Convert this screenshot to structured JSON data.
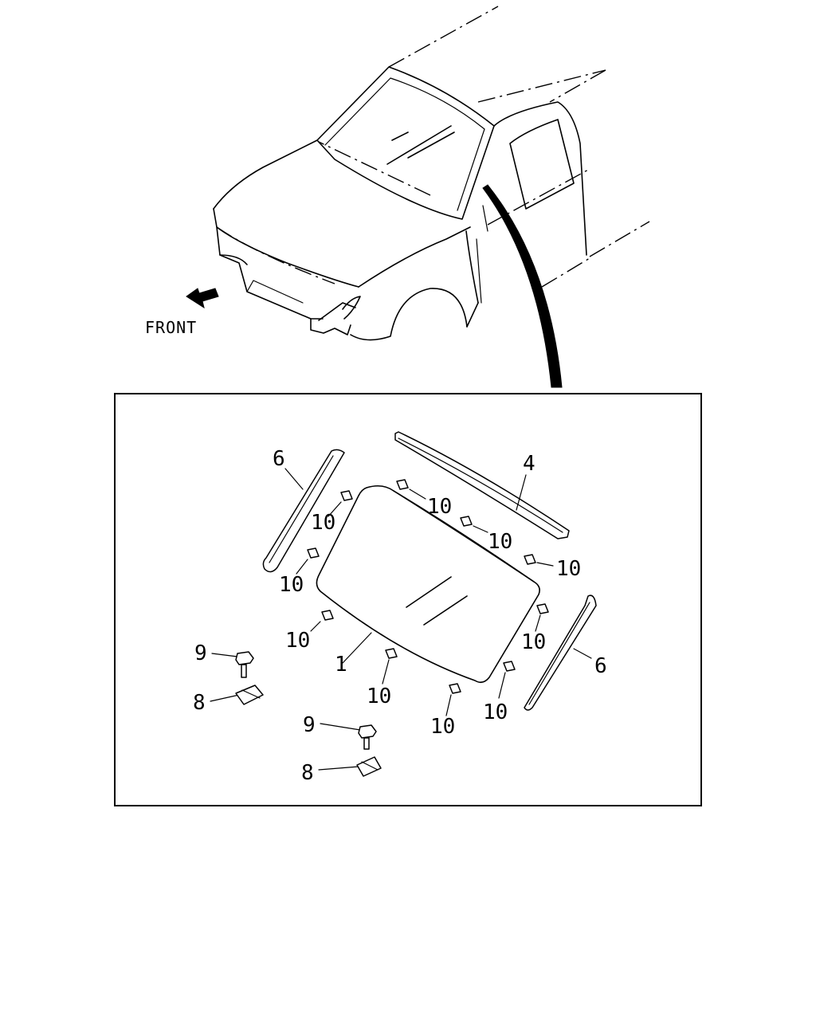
{
  "diagram": {
    "front_label": "FRONT",
    "callouts": {
      "glass": "1",
      "upper_molding": "4",
      "side_molding_left": "6",
      "side_molding_right": "6",
      "clip_left_upper": "8",
      "clip_center": "8",
      "bolt_left_upper": "9",
      "bolt_center": "9",
      "spacer_top_1": "10",
      "spacer_top_2": "10",
      "spacer_top_3": "10",
      "spacer_left_upper": "10",
      "spacer_left_mid": "10",
      "spacer_left_low": "10",
      "spacer_bottom_1": "10",
      "spacer_bottom_2": "10",
      "spacer_right_low": "10",
      "spacer_right_mid": "10"
    }
  }
}
